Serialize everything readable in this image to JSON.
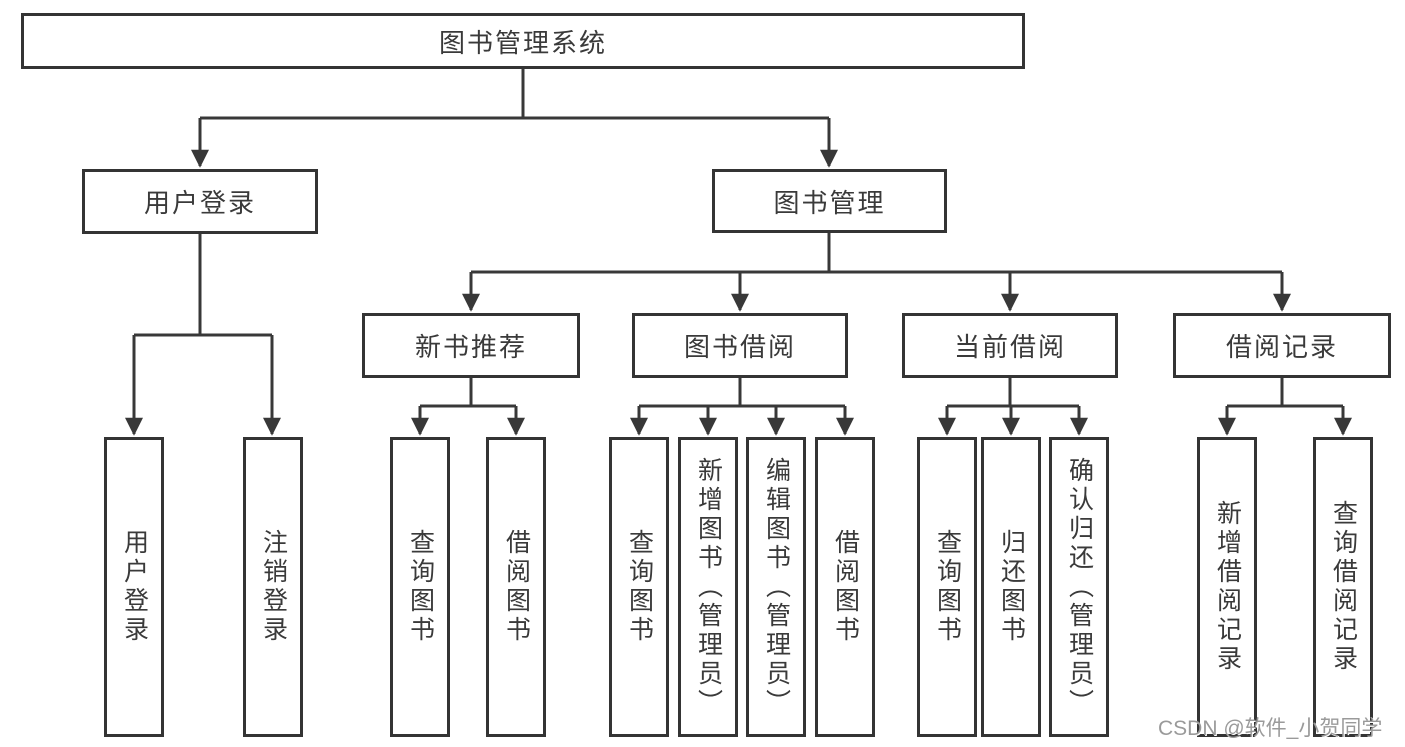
{
  "diagram": {
    "root": {
      "label": "图书管理系统"
    },
    "branches": [
      {
        "label": "用户登录",
        "children": [
          {
            "label": "用户登录"
          },
          {
            "label": "注销登录"
          }
        ]
      },
      {
        "label": "图书管理",
        "sections": [
          {
            "label": "新书推荐",
            "children": [
              {
                "label": "查询图书"
              },
              {
                "label": "借阅图书"
              }
            ]
          },
          {
            "label": "图书借阅",
            "children": [
              {
                "label": "查询图书"
              },
              {
                "label": "新增图书（管理员）"
              },
              {
                "label": "编辑图书（管理员）"
              },
              {
                "label": "借阅图书"
              }
            ]
          },
          {
            "label": "当前借阅",
            "children": [
              {
                "label": "查询图书"
              },
              {
                "label": "归还图书"
              },
              {
                "label": "确认归还（管理员）"
              }
            ]
          },
          {
            "label": "借阅记录",
            "children": [
              {
                "label": "新增借阅记录"
              },
              {
                "label": "查询借阅记录"
              }
            ]
          }
        ]
      }
    ]
  },
  "watermark": {
    "text": "CSDN @软件_小贺同学"
  },
  "colors": {
    "line": "#383838",
    "box_border": "#343434",
    "text": "#3a3a3a",
    "watermark": "#9a9a9a",
    "background": "#ffffff"
  }
}
